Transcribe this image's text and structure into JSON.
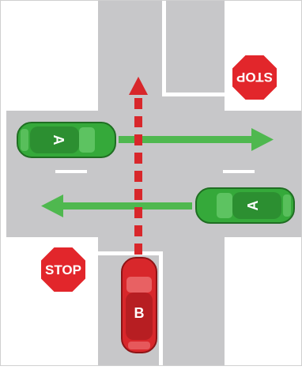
{
  "signs": {
    "top_right": {
      "text": "STOP",
      "rotated": true
    },
    "bottom_left": {
      "text": "STOP",
      "rotated": false
    }
  },
  "vehicles": {
    "left_car": {
      "label": "A"
    },
    "right_car": {
      "label": "A"
    },
    "bottom_car": {
      "label": "B"
    }
  },
  "colors": {
    "road": "#c7c7c9",
    "lane_marking": "#ffffff",
    "stop_sign": "#e2262b",
    "car_a": "#35a93a",
    "car_b": "#d8272b",
    "arrow_green": "#4fb84f",
    "arrow_red_dashed": "#d8272b",
    "background": "#ffffff"
  }
}
